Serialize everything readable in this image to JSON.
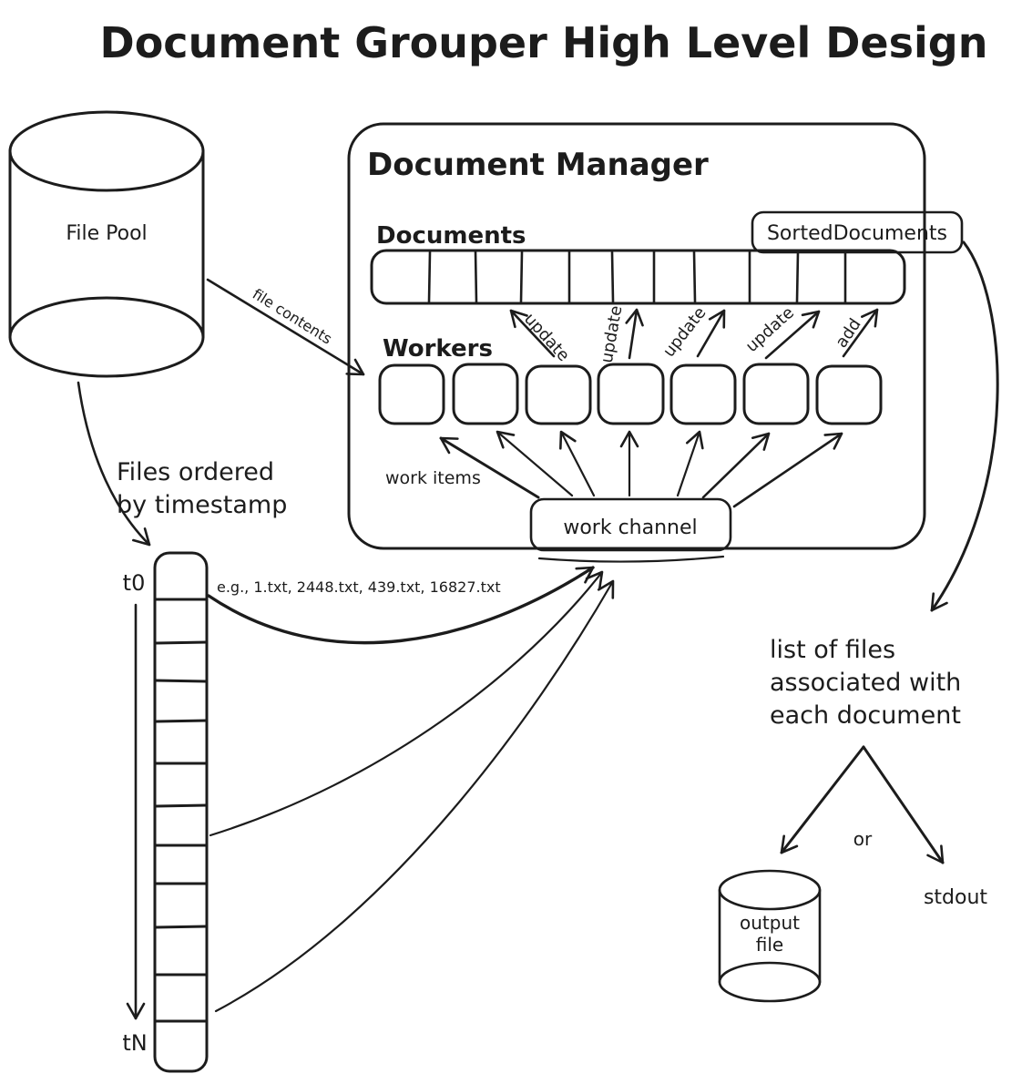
{
  "title": "Document Grouper High Level Design",
  "colors": {
    "ink": "#1c1c1c",
    "background": "#ffffff"
  },
  "file_pool": {
    "label": "File Pool"
  },
  "flows": {
    "file_contents": "file contents",
    "work_items": "work items",
    "update": "update",
    "add": "add"
  },
  "document_manager": {
    "title": "Document Manager",
    "documents_label": "Documents",
    "documents_cell_count": 11,
    "sorted_documents_label": "SortedDocuments",
    "workers_label": "Workers",
    "worker_count": 7,
    "work_channel_label": "work channel"
  },
  "timeline": {
    "caption": [
      "Files ordered",
      "by timestamp"
    ],
    "start_label": "t0",
    "end_label": "tN",
    "example": "e.g., 1.txt, 2448.txt, 439.txt, 16827.txt",
    "cell_count": 12
  },
  "output": {
    "description": [
      "list of files",
      "associated with",
      "each document"
    ],
    "or_label": "or",
    "stdout_label": "stdout",
    "file_label": [
      "output",
      "file"
    ]
  }
}
